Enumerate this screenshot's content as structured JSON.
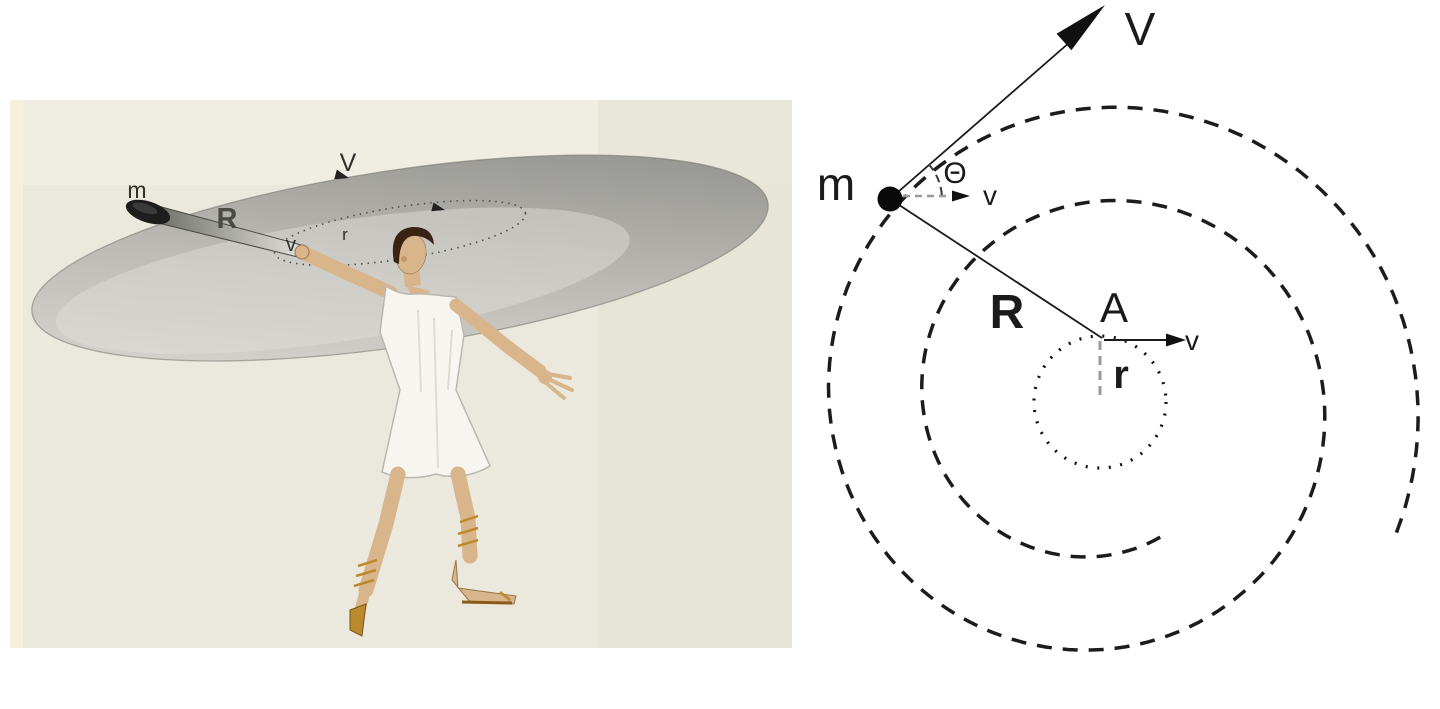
{
  "left_panel": {
    "labels": {
      "mass": "m",
      "release_velocity": "V",
      "sling_radius": "R",
      "hand_velocity": "v",
      "hand_radius": "r"
    }
  },
  "right_panel": {
    "labels": {
      "mass": "m",
      "release_velocity": "V",
      "angle": "Θ",
      "horizontal_velocity": "v",
      "radius": "R",
      "center": "A",
      "center_velocity": "v",
      "inner_radius": "r"
    }
  },
  "colors": {
    "page_bg": "#ffffff",
    "illustration_bg": "#ebe8dd",
    "disc_dark": "#8b8b87",
    "disc_light": "#dcdbd5",
    "ink": "#1a1a1a",
    "dash_gray": "#9a9a9a",
    "skin": "#d8b58a",
    "hair": "#3a2315",
    "tunic": "#f6f5ef",
    "sandal": "#bb8a2e"
  }
}
